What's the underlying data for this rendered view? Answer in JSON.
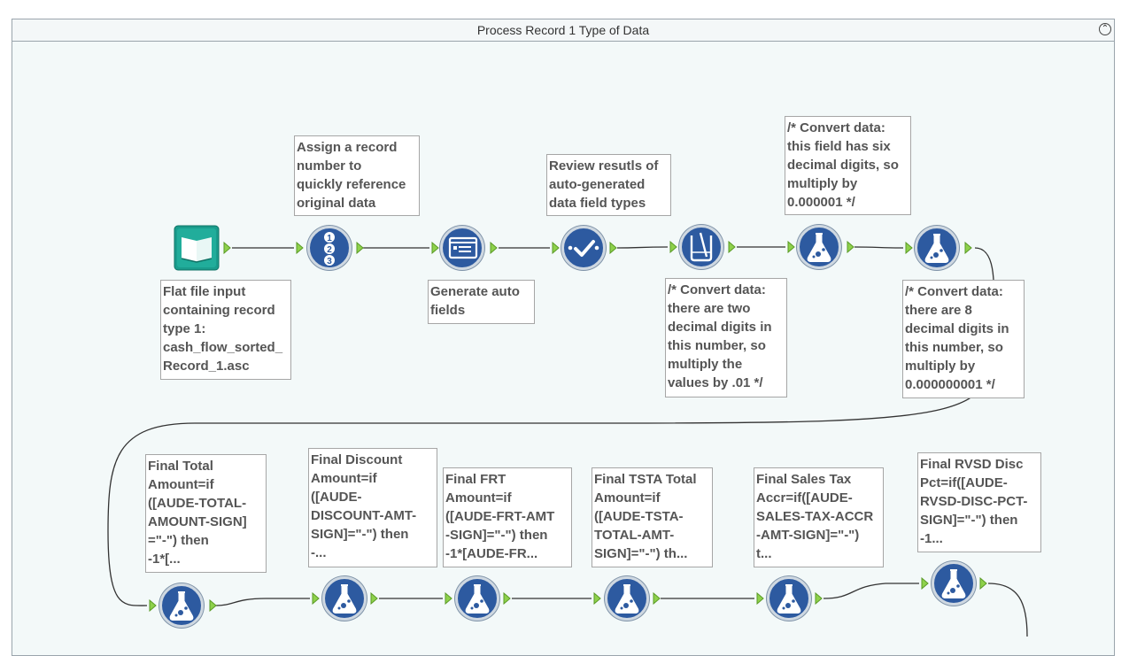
{
  "container": {
    "title": "Process Record 1 Type of Data",
    "collapse_glyph": "⌃"
  },
  "tools": [
    {
      "id": "input",
      "icon": "book-icon",
      "color": "#1a9c8c"
    },
    {
      "id": "record-id",
      "icon": "numbered-list-icon",
      "color": "#2d5aa0"
    },
    {
      "id": "auto-field",
      "icon": "window-icon",
      "color": "#2d5aa0"
    },
    {
      "id": "select",
      "icon": "checkmark-icon",
      "color": "#2d5aa0"
    },
    {
      "id": "formula-1",
      "icon": "beaker-icon",
      "color": "#2d5aa0"
    },
    {
      "id": "formula-2",
      "icon": "flask-icon",
      "color": "#2d5aa0"
    },
    {
      "id": "formula-3",
      "icon": "flask-icon",
      "color": "#2d5aa0"
    },
    {
      "id": "formula-4",
      "icon": "flask-icon",
      "color": "#2d5aa0"
    },
    {
      "id": "formula-5",
      "icon": "flask-icon",
      "color": "#2d5aa0"
    },
    {
      "id": "formula-6",
      "icon": "flask-icon",
      "color": "#2d5aa0"
    },
    {
      "id": "formula-7",
      "icon": "flask-icon",
      "color": "#2d5aa0"
    },
    {
      "id": "formula-8",
      "icon": "flask-icon",
      "color": "#2d5aa0"
    },
    {
      "id": "formula-9",
      "icon": "flask-icon",
      "color": "#2d5aa0"
    }
  ],
  "notes": {
    "input": "Flat file input\ncontaining record\ntype 1:\ncash_flow_sorted_\nRecord_1.asc",
    "record_id": "Assign a record\nnumber to\nquickly reference\noriginal data",
    "auto_field": "Generate auto\nfields",
    "select": "Review resutls of\nauto-generated\ndata field types",
    "convert_two": "/* Convert data:\nthere are two\ndecimal digits in\nthis number, so\nmultiply the\nvalues by .01 */",
    "convert_six": "/* Convert data:\nthis field has six\ndecimal digits, so\nmultiply by\n0.000001 */",
    "convert_eight": "/* Convert data:\nthere are 8\ndecimal digits in\nthis number, so\nmultiply by\n0.000000001 */",
    "final_total": "Final Total\nAmount=if\n([AUDE-TOTAL-\nAMOUNT-SIGN]\n=\"-\") then\n-1*[...",
    "final_discount": "Final Discount\nAmount=if\n([AUDE-\nDISCOUNT-AMT-\nSIGN]=\"-\") then\n-...",
    "final_frt": "Final FRT\nAmount=if\n([AUDE-FRT-AMT\n-SIGN]=\"-\") then\n-1*[AUDE-FR...",
    "final_tsta": "Final TSTA Total\nAmount=if\n([AUDE-TSTA-\nTOTAL-AMT-\nSIGN]=\"-\") th...",
    "final_sales_tax": "Final Sales Tax\nAccr=if([AUDE-\nSALES-TAX-ACCR\n-AMT-SIGN]=\"-\")\nt...",
    "final_rvsd": "Final RVSD Disc\nPct=if([AUDE-\nRVSD-DISC-PCT-\nSIGN]=\"-\") then\n-1..."
  },
  "colors": {
    "canvas": "#f3f9f9",
    "tool_blue": "#2d5aa0",
    "input_teal": "#1a9c8c",
    "anchor_green": "#8ed14b",
    "wire": "#333333",
    "note_text": "#555555"
  }
}
